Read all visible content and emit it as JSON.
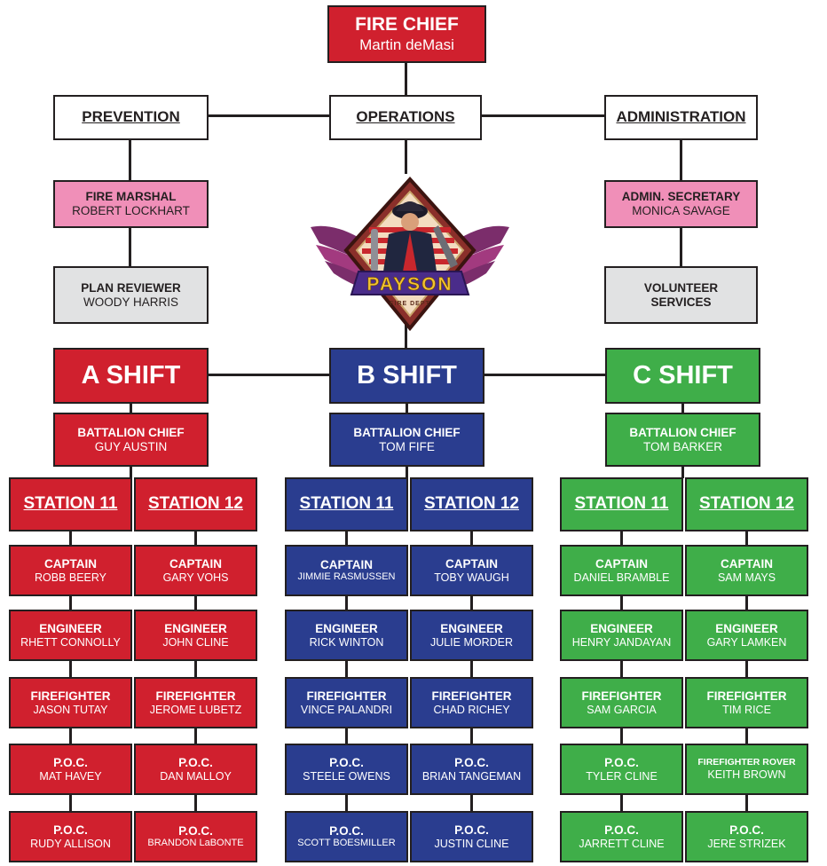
{
  "chief": {
    "title": "FIRE CHIEF",
    "name": "Martin deMasi"
  },
  "divisions": {
    "prevention": "PREVENTION",
    "operations": "OPERATIONS",
    "administration": "ADMINISTRATION"
  },
  "prevention_staff": [
    {
      "title": "FIRE MARSHAL",
      "name": "ROBERT LOCKHART"
    },
    {
      "title": "PLAN REVIEWER",
      "name": "WOODY HARRIS"
    }
  ],
  "admin_staff": [
    {
      "title": "ADMIN. SECRETARY",
      "name": "MONICA SAVAGE"
    },
    {
      "title": "VOLUNTEER",
      "name": "SERVICES"
    }
  ],
  "logo": {
    "banner_text": "PAYSON",
    "sub_text": "FIRE DEPT"
  },
  "colors": {
    "a_shift": "#d0202e",
    "b_shift": "#2a3d8f",
    "c_shift": "#3fae49",
    "pink": "#f08fb8",
    "grey": "#e1e2e3",
    "line": "#231f20"
  },
  "shifts": [
    {
      "label": "A SHIFT",
      "battalion_chief": {
        "title": "BATTALION CHIEF",
        "name": "GUY AUSTIN"
      },
      "stations": [
        {
          "label": "STATION 11",
          "members": [
            {
              "title": "CAPTAIN",
              "name": "ROBB BEERY"
            },
            {
              "title": "ENGINEER",
              "name": "RHETT CONNOLLY"
            },
            {
              "title": "FIREFIGHTER",
              "name": "JASON TUTAY"
            },
            {
              "title": "P.O.C.",
              "name": "MAT HAVEY"
            },
            {
              "title": "P.O.C.",
              "name": "RUDY ALLISON"
            }
          ]
        },
        {
          "label": "STATION 12",
          "members": [
            {
              "title": "CAPTAIN",
              "name": "GARY VOHS"
            },
            {
              "title": "ENGINEER",
              "name": "JOHN CLINE"
            },
            {
              "title": "FIREFIGHTER",
              "name": "JEROME LUBETZ"
            },
            {
              "title": "P.O.C.",
              "name": "DAN MALLOY"
            },
            {
              "title": "P.O.C.",
              "name": "BRANDON LaBONTE"
            }
          ]
        }
      ]
    },
    {
      "label": "B SHIFT",
      "battalion_chief": {
        "title": "BATTALION CHIEF",
        "name": "TOM FIFE"
      },
      "stations": [
        {
          "label": "STATION 11",
          "members": [
            {
              "title": "CAPTAIN",
              "name": "JIMMIE RASMUSSEN"
            },
            {
              "title": "ENGINEER",
              "name": "RICK WINTON"
            },
            {
              "title": "FIREFIGHTER",
              "name": "VINCE PALANDRI"
            },
            {
              "title": "P.O.C.",
              "name": "STEELE OWENS"
            },
            {
              "title": "P.O.C.",
              "name": "SCOTT BOESMILLER"
            }
          ]
        },
        {
          "label": "STATION 12",
          "members": [
            {
              "title": "CAPTAIN",
              "name": "TOBY WAUGH"
            },
            {
              "title": "ENGINEER",
              "name": "JULIE MORDER"
            },
            {
              "title": "FIREFIGHTER",
              "name": "CHAD RICHEY"
            },
            {
              "title": "P.O.C.",
              "name": "BRIAN TANGEMAN"
            },
            {
              "title": "P.O.C.",
              "name": "JUSTIN CLINE"
            }
          ]
        }
      ]
    },
    {
      "label": "C SHIFT",
      "battalion_chief": {
        "title": "BATTALION CHIEF",
        "name": "TOM BARKER"
      },
      "stations": [
        {
          "label": "STATION 11",
          "members": [
            {
              "title": "CAPTAIN",
              "name": "DANIEL BRAMBLE"
            },
            {
              "title": "ENGINEER",
              "name": "HENRY JANDAYAN"
            },
            {
              "title": "FIREFIGHTER",
              "name": "SAM GARCIA"
            },
            {
              "title": "P.O.C.",
              "name": "TYLER CLINE"
            },
            {
              "title": "P.O.C.",
              "name": "JARRETT CLINE"
            }
          ]
        },
        {
          "label": "STATION 12",
          "members": [
            {
              "title": "CAPTAIN",
              "name": "SAM MAYS"
            },
            {
              "title": "ENGINEER",
              "name": "GARY LAMKEN"
            },
            {
              "title": "FIREFIGHTER",
              "name": "TIM RICE"
            },
            {
              "title": "FIREFIGHTER ROVER",
              "name": "KEITH BROWN"
            },
            {
              "title": "P.O.C.",
              "name": "JERE STRIZEK"
            }
          ]
        }
      ]
    }
  ]
}
